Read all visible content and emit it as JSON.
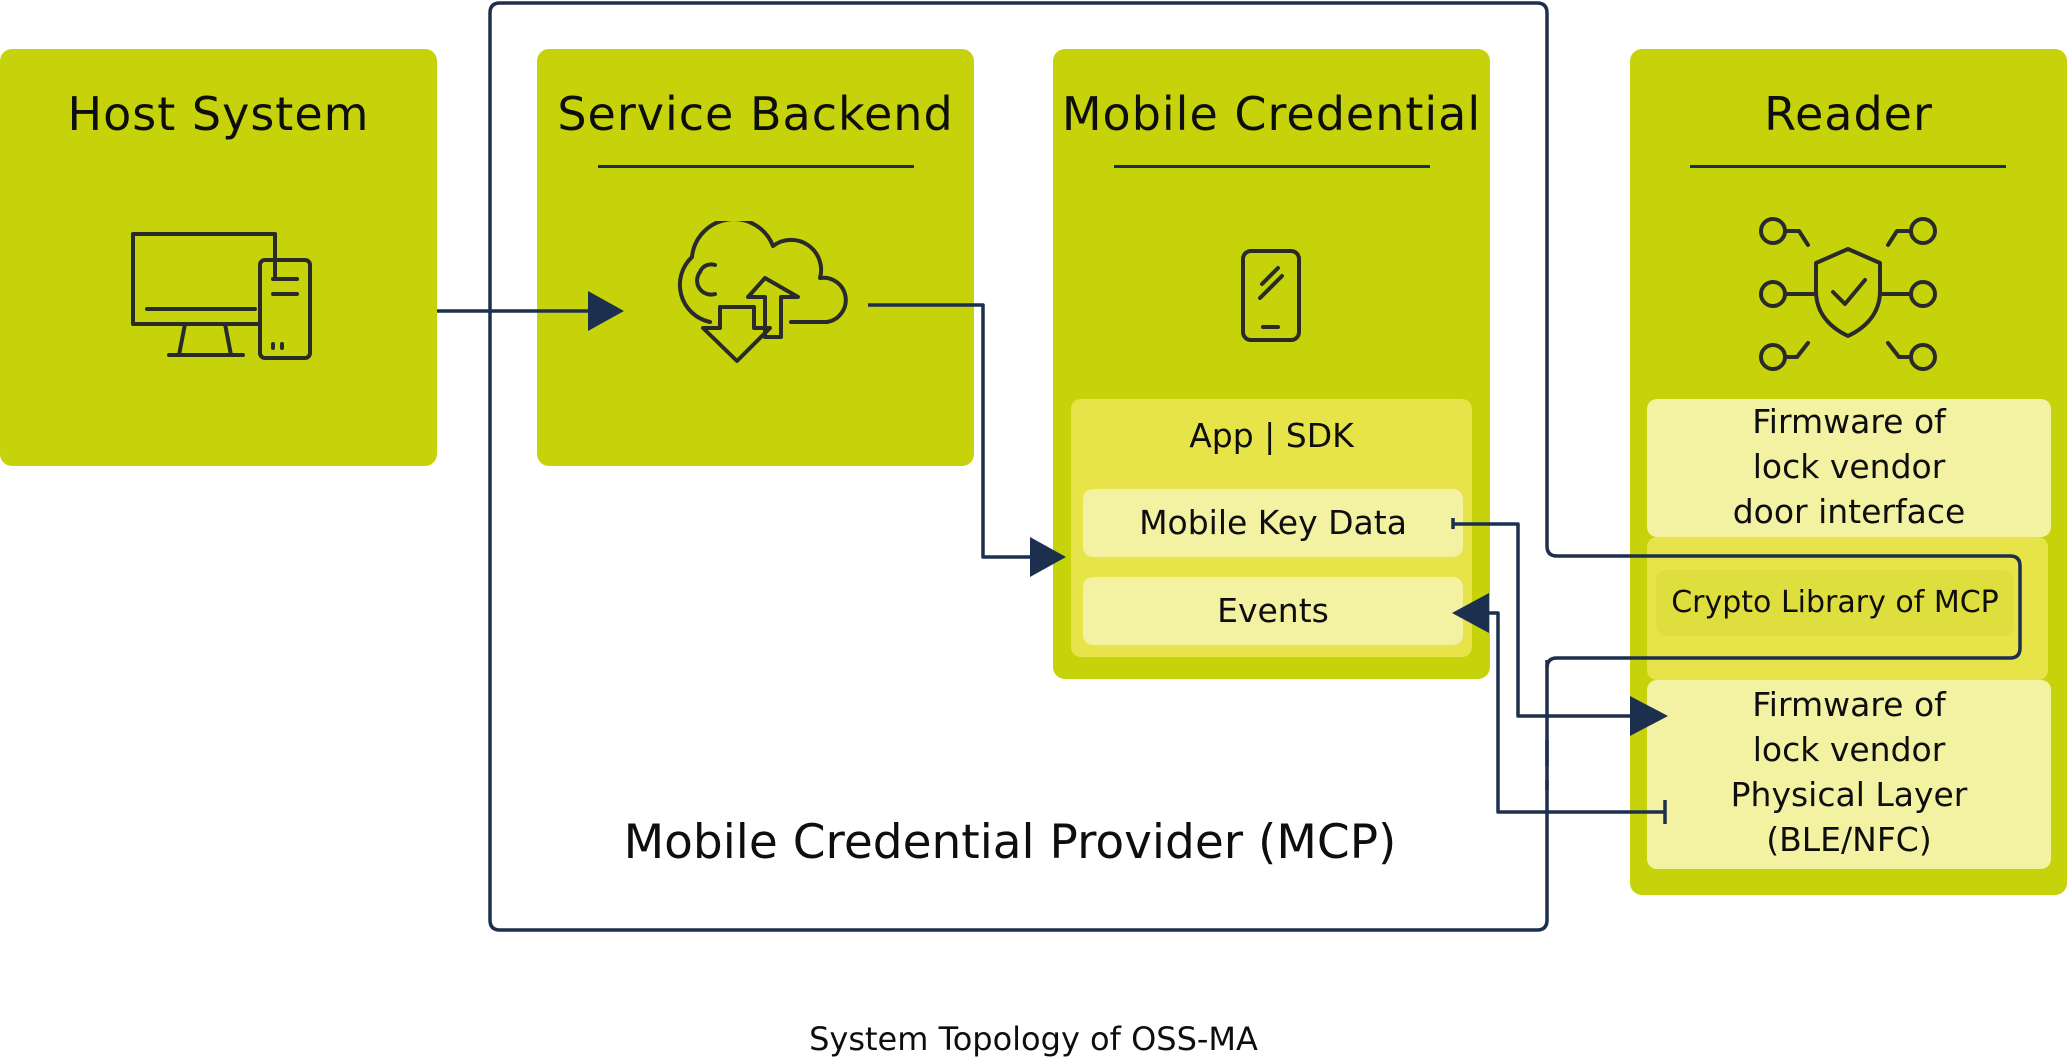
{
  "host_system": {
    "title": "Host System",
    "icon": "computer-tower-icon"
  },
  "service_backend": {
    "title": "Service Backend",
    "icon": "cloud-sync-icon"
  },
  "mobile_credential": {
    "title": "Mobile Credential",
    "icon": "smartphone-icon",
    "app_sdk": "App | SDK",
    "mobile_key_data": "Mobile Key Data",
    "events": "Events"
  },
  "reader": {
    "title": "Reader",
    "icon": "shield-network-icon",
    "firmware_door": "Firmware of\nlock vendor\ndoor interface",
    "crypto_library": "Crypto Library of MCP",
    "firmware_physical": "Firmware of\nlock vendor\nPhysical Layer\n(BLE/NFC)"
  },
  "mcp": {
    "label": "Mobile Credential Provider (MCP)"
  },
  "caption": "System Topology of OSS-MA",
  "colors": {
    "lime": "#c6d30b",
    "panel": "#e7e44a",
    "pale": "#f3f1a2",
    "line": "#1d2f4f"
  }
}
